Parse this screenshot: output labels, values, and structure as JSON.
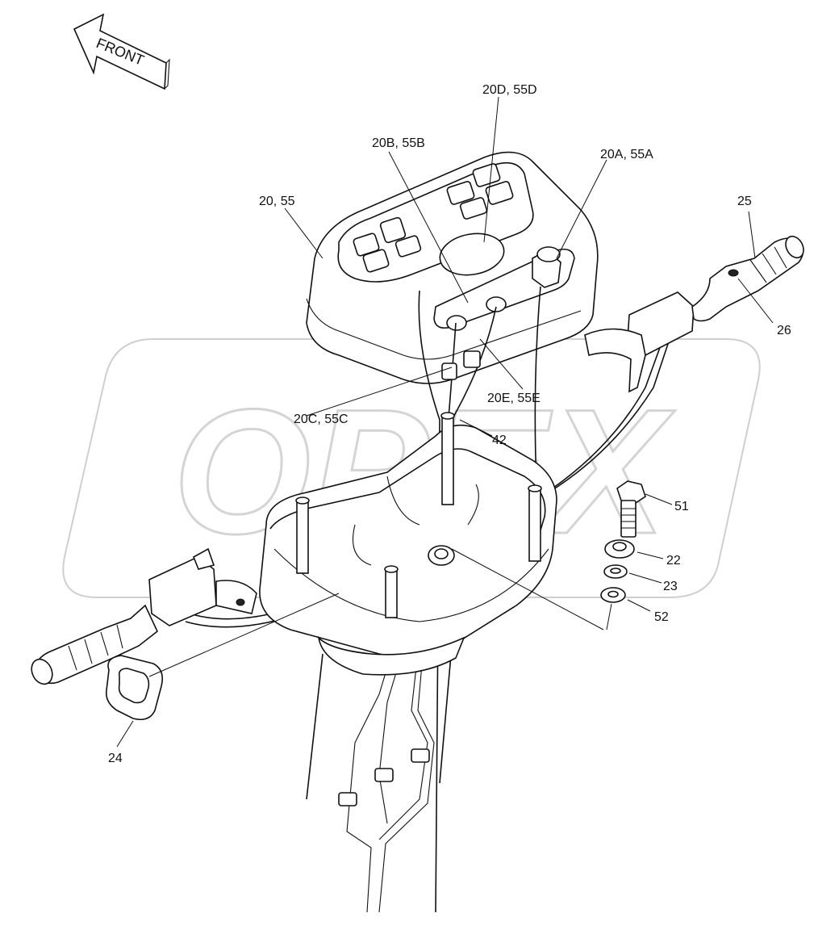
{
  "watermark": "OPEX",
  "front_arrow": {
    "label": "FRONT"
  },
  "labels": {
    "p20_55": "20, 55",
    "p20a_55a": "20A, 55A",
    "p20b_55b": "20B, 55B",
    "p20c_55c": "20C, 55C",
    "p20d_55d": "20D, 55D",
    "p20e_55e": "20E, 55E",
    "p22": "22",
    "p23": "23",
    "p24": "24",
    "p25": "25",
    "p26": "26",
    "p42": "42",
    "p51": "51",
    "p52": "52"
  }
}
